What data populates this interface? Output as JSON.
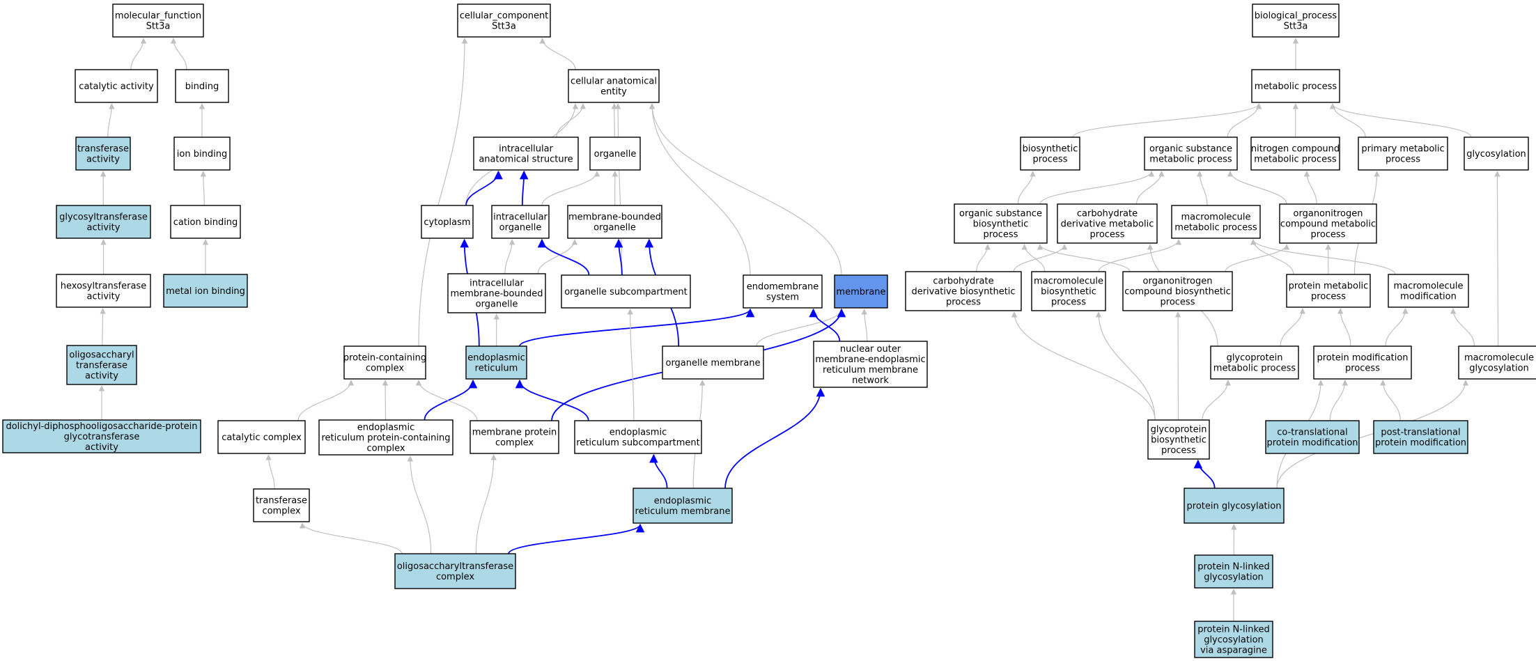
{
  "colors": {
    "plain": "#ffffff",
    "annotated": "#add8e6",
    "focus": "#6495ed",
    "edge_gray": "#c0c0c0",
    "edge_blue": "#0000ff"
  },
  "nodes": [
    {
      "id": "mf_root",
      "lines": [
        "molecular_function",
        "Stt3a"
      ],
      "style": "plain"
    },
    {
      "id": "catalytic_activity",
      "lines": [
        "catalytic activity"
      ],
      "style": "plain"
    },
    {
      "id": "binding",
      "lines": [
        "binding"
      ],
      "style": "plain"
    },
    {
      "id": "transferase_activity",
      "lines": [
        "transferase",
        "activity"
      ],
      "style": "annotated"
    },
    {
      "id": "ion_binding",
      "lines": [
        "ion binding"
      ],
      "style": "plain"
    },
    {
      "id": "glycosyltransferase_activity",
      "lines": [
        "glycosyltransferase",
        "activity"
      ],
      "style": "annotated"
    },
    {
      "id": "cation_binding",
      "lines": [
        "cation binding"
      ],
      "style": "plain"
    },
    {
      "id": "hexosyltransferase_activity",
      "lines": [
        "hexosyltransferase",
        "activity"
      ],
      "style": "plain"
    },
    {
      "id": "metal_ion_binding",
      "lines": [
        "metal ion binding"
      ],
      "style": "annotated"
    },
    {
      "id": "oligosaccharyl_transferase_activity",
      "lines": [
        "oligosaccharyl",
        "transferase",
        "activity"
      ],
      "style": "annotated"
    },
    {
      "id": "ddop_glycotransferase_activity",
      "lines": [
        "dolichyl-diphosphooligosaccharide-protein",
        "glycotransferase",
        "activity"
      ],
      "style": "annotated"
    },
    {
      "id": "cc_root",
      "lines": [
        "cellular_component",
        "Stt3a"
      ],
      "style": "plain"
    },
    {
      "id": "cellular_anatomical_entity",
      "lines": [
        "cellular anatomical",
        "entity"
      ],
      "style": "plain"
    },
    {
      "id": "intracellular_anatomical_structure",
      "lines": [
        "intracellular",
        "anatomical structure"
      ],
      "style": "plain"
    },
    {
      "id": "organelle",
      "lines": [
        "organelle"
      ],
      "style": "plain"
    },
    {
      "id": "cytoplasm",
      "lines": [
        "cytoplasm"
      ],
      "style": "plain"
    },
    {
      "id": "intracellular_organelle",
      "lines": [
        "intracellular",
        "organelle"
      ],
      "style": "plain"
    },
    {
      "id": "membrane_bounded_organelle",
      "lines": [
        "membrane-bounded",
        "organelle"
      ],
      "style": "plain"
    },
    {
      "id": "intracellular_membrane_bounded_organelle",
      "lines": [
        "intracellular",
        "membrane-bounded",
        "organelle"
      ],
      "style": "plain"
    },
    {
      "id": "organelle_subcompartment",
      "lines": [
        "organelle subcompartment"
      ],
      "style": "plain"
    },
    {
      "id": "endomembrane_system",
      "lines": [
        "endomembrane",
        "system"
      ],
      "style": "plain"
    },
    {
      "id": "membrane",
      "lines": [
        "membrane"
      ],
      "style": "focus"
    },
    {
      "id": "protein_containing_complex",
      "lines": [
        "protein-containing",
        "complex"
      ],
      "style": "plain"
    },
    {
      "id": "endoplasmic_reticulum",
      "lines": [
        "endoplasmic",
        "reticulum"
      ],
      "style": "annotated"
    },
    {
      "id": "organelle_membrane",
      "lines": [
        "organelle membrane"
      ],
      "style": "plain"
    },
    {
      "id": "nuclear_outer_membrane_er_network",
      "lines": [
        "nuclear outer",
        "membrane-endoplasmic",
        "reticulum membrane",
        "network"
      ],
      "style": "plain"
    },
    {
      "id": "catalytic_complex",
      "lines": [
        "catalytic complex"
      ],
      "style": "plain"
    },
    {
      "id": "er_protein_containing_complex",
      "lines": [
        "endoplasmic",
        "reticulum protein-containing",
        "complex"
      ],
      "style": "plain"
    },
    {
      "id": "membrane_protein_complex",
      "lines": [
        "membrane protein",
        "complex"
      ],
      "style": "plain"
    },
    {
      "id": "er_subcompartment",
      "lines": [
        "endoplasmic",
        "reticulum subcompartment"
      ],
      "style": "plain"
    },
    {
      "id": "transferase_complex",
      "lines": [
        "transferase",
        "complex"
      ],
      "style": "plain"
    },
    {
      "id": "er_membrane",
      "lines": [
        "endoplasmic",
        "reticulum membrane"
      ],
      "style": "annotated"
    },
    {
      "id": "ost_complex",
      "lines": [
        "oligosaccharyltransferase",
        "complex"
      ],
      "style": "annotated"
    },
    {
      "id": "bp_root",
      "lines": [
        "biological_process",
        "Stt3a"
      ],
      "style": "plain"
    },
    {
      "id": "metabolic_process",
      "lines": [
        "metabolic process"
      ],
      "style": "plain"
    },
    {
      "id": "biosynthetic_process",
      "lines": [
        "biosynthetic",
        "process"
      ],
      "style": "plain"
    },
    {
      "id": "organic_substance_metabolic_process",
      "lines": [
        "organic substance",
        "metabolic process"
      ],
      "style": "plain"
    },
    {
      "id": "nitrogen_compound_metabolic_process",
      "lines": [
        "nitrogen compound",
        "metabolic process"
      ],
      "style": "plain"
    },
    {
      "id": "primary_metabolic_process",
      "lines": [
        "primary metabolic",
        "process"
      ],
      "style": "plain"
    },
    {
      "id": "glycosylation",
      "lines": [
        "glycosylation"
      ],
      "style": "plain"
    },
    {
      "id": "organic_substance_biosynthetic_process",
      "lines": [
        "organic substance",
        "biosynthetic",
        "process"
      ],
      "style": "plain"
    },
    {
      "id": "carbohydrate_derivative_metabolic_process",
      "lines": [
        "carbohydrate",
        "derivative metabolic",
        "process"
      ],
      "style": "plain"
    },
    {
      "id": "macromolecule_metabolic_process",
      "lines": [
        "macromolecule",
        "metabolic process"
      ],
      "style": "plain"
    },
    {
      "id": "organonitrogen_compound_metabolic_process",
      "lines": [
        "organonitrogen",
        "compound metabolic",
        "process"
      ],
      "style": "plain"
    },
    {
      "id": "carbohydrate_derivative_biosynthetic_process",
      "lines": [
        "carbohydrate",
        "derivative biosynthetic",
        "process"
      ],
      "style": "plain"
    },
    {
      "id": "macromolecule_biosynthetic_process",
      "lines": [
        "macromolecule",
        "biosynthetic",
        "process"
      ],
      "style": "plain"
    },
    {
      "id": "organonitrogen_compound_biosynthetic_process",
      "lines": [
        "organonitrogen",
        "compound biosynthetic",
        "process"
      ],
      "style": "plain"
    },
    {
      "id": "protein_metabolic_process",
      "lines": [
        "protein metabolic",
        "process"
      ],
      "style": "plain"
    },
    {
      "id": "macromolecule_modification",
      "lines": [
        "macromolecule",
        "modification"
      ],
      "style": "plain"
    },
    {
      "id": "glycoprotein_metabolic_process",
      "lines": [
        "glycoprotein",
        "metabolic process"
      ],
      "style": "plain"
    },
    {
      "id": "protein_modification_process",
      "lines": [
        "protein modification",
        "process"
      ],
      "style": "plain"
    },
    {
      "id": "macromolecule_glycosylation",
      "lines": [
        "macromolecule",
        "glycosylation"
      ],
      "style": "plain"
    },
    {
      "id": "glycoprotein_biosynthetic_process",
      "lines": [
        "glycoprotein",
        "biosynthetic",
        "process"
      ],
      "style": "plain"
    },
    {
      "id": "co_translational_protein_modification",
      "lines": [
        "co-translational",
        "protein modification"
      ],
      "style": "annotated"
    },
    {
      "id": "post_translational_protein_modification",
      "lines": [
        "post-translational",
        "protein modification"
      ],
      "style": "annotated"
    },
    {
      "id": "protein_glycosylation",
      "lines": [
        "protein glycosylation"
      ],
      "style": "annotated"
    },
    {
      "id": "protein_n_linked_glycosylation",
      "lines": [
        "protein N-linked",
        "glycosylation"
      ],
      "style": "annotated"
    },
    {
      "id": "protein_n_linked_glycosylation_via_asparagine",
      "lines": [
        "protein N-linked",
        "glycosylation",
        "via asparagine"
      ],
      "style": "annotated"
    }
  ],
  "edges": [
    {
      "from": "catalytic_activity",
      "to": "mf_root",
      "style": "gray"
    },
    {
      "from": "binding",
      "to": "mf_root",
      "style": "gray"
    },
    {
      "from": "transferase_activity",
      "to": "catalytic_activity",
      "style": "gray"
    },
    {
      "from": "ion_binding",
      "to": "binding",
      "style": "gray"
    },
    {
      "from": "glycosyltransferase_activity",
      "to": "transferase_activity",
      "style": "gray"
    },
    {
      "from": "cation_binding",
      "to": "ion_binding",
      "style": "gray"
    },
    {
      "from": "hexosyltransferase_activity",
      "to": "glycosyltransferase_activity",
      "style": "gray"
    },
    {
      "from": "metal_ion_binding",
      "to": "cation_binding",
      "style": "gray"
    },
    {
      "from": "oligosaccharyl_transferase_activity",
      "to": "hexosyltransferase_activity",
      "style": "gray"
    },
    {
      "from": "ddop_glycotransferase_activity",
      "to": "oligosaccharyl_transferase_activity",
      "style": "gray"
    },
    {
      "from": "cellular_anatomical_entity",
      "to": "cc_root",
      "style": "gray"
    },
    {
      "from": "protein_containing_complex",
      "to": "cc_root",
      "style": "gray"
    },
    {
      "from": "intracellular_anatomical_structure",
      "to": "cellular_anatomical_entity",
      "style": "gray"
    },
    {
      "from": "organelle",
      "to": "cellular_anatomical_entity",
      "style": "gray"
    },
    {
      "from": "cytoplasm",
      "to": "cellular_anatomical_entity",
      "style": "gray"
    },
    {
      "from": "organelle_subcompartment",
      "to": "cellular_anatomical_entity",
      "style": "gray"
    },
    {
      "from": "endomembrane_system",
      "to": "cellular_anatomical_entity",
      "style": "gray"
    },
    {
      "from": "membrane",
      "to": "cellular_anatomical_entity",
      "style": "gray"
    },
    {
      "from": "cytoplasm",
      "to": "intracellular_anatomical_structure",
      "style": "blue"
    },
    {
      "from": "intracellular_organelle",
      "to": "intracellular_anatomical_structure",
      "style": "blue"
    },
    {
      "from": "intracellular_organelle",
      "to": "organelle",
      "style": "gray"
    },
    {
      "from": "membrane_bounded_organelle",
      "to": "organelle",
      "style": "gray"
    },
    {
      "from": "intracellular_membrane_bounded_organelle",
      "to": "intracellular_organelle",
      "style": "gray"
    },
    {
      "from": "intracellular_membrane_bounded_organelle",
      "to": "membrane_bounded_organelle",
      "style": "gray"
    },
    {
      "from": "organelle_subcompartment",
      "to": "intracellular_organelle",
      "style": "blue"
    },
    {
      "from": "organelle_subcompartment",
      "to": "membrane_bounded_organelle",
      "style": "blue"
    },
    {
      "from": "organelle_membrane",
      "to": "membrane_bounded_organelle",
      "style": "blue"
    },
    {
      "from": "organelle_membrane",
      "to": "membrane",
      "style": "gray"
    },
    {
      "from": "nuclear_outer_membrane_er_network",
      "to": "endomembrane_system",
      "style": "blue"
    },
    {
      "from": "nuclear_outer_membrane_er_network",
      "to": "membrane",
      "style": "gray"
    },
    {
      "from": "endoplasmic_reticulum",
      "to": "cytoplasm",
      "style": "blue"
    },
    {
      "from": "endoplasmic_reticulum",
      "to": "intracellular_membrane_bounded_organelle",
      "style": "gray"
    },
    {
      "from": "endoplasmic_reticulum",
      "to": "endomembrane_system",
      "style": "blue"
    },
    {
      "from": "catalytic_complex",
      "to": "protein_containing_complex",
      "style": "gray"
    },
    {
      "from": "er_protein_containing_complex",
      "to": "protein_containing_complex",
      "style": "gray"
    },
    {
      "from": "er_protein_containing_complex",
      "to": "endoplasmic_reticulum",
      "style": "blue"
    },
    {
      "from": "membrane_protein_complex",
      "to": "protein_containing_complex",
      "style": "gray"
    },
    {
      "from": "membrane_protein_complex",
      "to": "membrane",
      "style": "blue"
    },
    {
      "from": "er_subcompartment",
      "to": "endoplasmic_reticulum",
      "style": "blue"
    },
    {
      "from": "er_subcompartment",
      "to": "organelle_subcompartment",
      "style": "gray"
    },
    {
      "from": "transferase_complex",
      "to": "catalytic_complex",
      "style": "gray"
    },
    {
      "from": "er_membrane",
      "to": "er_subcompartment",
      "style": "blue"
    },
    {
      "from": "er_membrane",
      "to": "organelle_membrane",
      "style": "gray"
    },
    {
      "from": "er_membrane",
      "to": "nuclear_outer_membrane_er_network",
      "style": "blue"
    },
    {
      "from": "ost_complex",
      "to": "transferase_complex",
      "style": "gray"
    },
    {
      "from": "ost_complex",
      "to": "er_protein_containing_complex",
      "style": "gray"
    },
    {
      "from": "ost_complex",
      "to": "membrane_protein_complex",
      "style": "gray"
    },
    {
      "from": "ost_complex",
      "to": "er_membrane",
      "style": "blue"
    },
    {
      "from": "metabolic_process",
      "to": "bp_root",
      "style": "gray"
    },
    {
      "from": "biosynthetic_process",
      "to": "metabolic_process",
      "style": "gray"
    },
    {
      "from": "organic_substance_metabolic_process",
      "to": "metabolic_process",
      "style": "gray"
    },
    {
      "from": "nitrogen_compound_metabolic_process",
      "to": "metabolic_process",
      "style": "gray"
    },
    {
      "from": "primary_metabolic_process",
      "to": "metabolic_process",
      "style": "gray"
    },
    {
      "from": "glycosylation",
      "to": "metabolic_process",
      "style": "gray"
    },
    {
      "from": "organic_substance_biosynthetic_process",
      "to": "biosynthetic_process",
      "style": "gray"
    },
    {
      "from": "organic_substance_biosynthetic_process",
      "to": "organic_substance_metabolic_process",
      "style": "gray"
    },
    {
      "from": "carbohydrate_derivative_metabolic_process",
      "to": "organic_substance_metabolic_process",
      "style": "gray"
    },
    {
      "from": "macromolecule_metabolic_process",
      "to": "organic_substance_metabolic_process",
      "style": "gray"
    },
    {
      "from": "organonitrogen_compound_metabolic_process",
      "to": "organic_substance_metabolic_process",
      "style": "gray"
    },
    {
      "from": "organonitrogen_compound_metabolic_process",
      "to": "nitrogen_compound_metabolic_process",
      "style": "gray"
    },
    {
      "from": "carbohydrate_derivative_biosynthetic_process",
      "to": "organic_substance_biosynthetic_process",
      "style": "gray"
    },
    {
      "from": "carbohydrate_derivative_biosynthetic_process",
      "to": "carbohydrate_derivative_metabolic_process",
      "style": "gray"
    },
    {
      "from": "macromolecule_biosynthetic_process",
      "to": "organic_substance_biosynthetic_process",
      "style": "gray"
    },
    {
      "from": "macromolecule_biosynthetic_process",
      "to": "macromolecule_metabolic_process",
      "style": "gray"
    },
    {
      "from": "organonitrogen_compound_biosynthetic_process",
      "to": "organic_substance_biosynthetic_process",
      "style": "gray"
    },
    {
      "from": "organonitrogen_compound_biosynthetic_process",
      "to": "organonitrogen_compound_metabolic_process",
      "style": "gray"
    },
    {
      "from": "protein_metabolic_process",
      "to": "macromolecule_metabolic_process",
      "style": "gray"
    },
    {
      "from": "protein_metabolic_process",
      "to": "organonitrogen_compound_metabolic_process",
      "style": "gray"
    },
    {
      "from": "protein_metabolic_process",
      "to": "primary_metabolic_process",
      "style": "gray"
    },
    {
      "from": "macromolecule_modification",
      "to": "macromolecule_metabolic_process",
      "style": "gray"
    },
    {
      "from": "glycoprotein_metabolic_process",
      "to": "carbohydrate_derivative_metabolic_process",
      "style": "gray"
    },
    {
      "from": "glycoprotein_metabolic_process",
      "to": "protein_metabolic_process",
      "style": "gray"
    },
    {
      "from": "protein_modification_process",
      "to": "protein_metabolic_process",
      "style": "gray"
    },
    {
      "from": "protein_modification_process",
      "to": "macromolecule_modification",
      "style": "gray"
    },
    {
      "from": "macromolecule_glycosylation",
      "to": "macromolecule_modification",
      "style": "gray"
    },
    {
      "from": "macromolecule_glycosylation",
      "to": "glycosylation",
      "style": "gray"
    },
    {
      "from": "glycoprotein_biosynthetic_process",
      "to": "carbohydrate_derivative_biosynthetic_process",
      "style": "gray"
    },
    {
      "from": "glycoprotein_biosynthetic_process",
      "to": "macromolecule_biosynthetic_process",
      "style": "gray"
    },
    {
      "from": "glycoprotein_biosynthetic_process",
      "to": "organonitrogen_compound_biosynthetic_process",
      "style": "gray"
    },
    {
      "from": "glycoprotein_biosynthetic_process",
      "to": "glycoprotein_metabolic_process",
      "style": "gray"
    },
    {
      "from": "co_translational_protein_modification",
      "to": "protein_modification_process",
      "style": "gray"
    },
    {
      "from": "post_translational_protein_modification",
      "to": "protein_modification_process",
      "style": "gray"
    },
    {
      "from": "protein_glycosylation",
      "to": "glycoprotein_biosynthetic_process",
      "style": "blue"
    },
    {
      "from": "protein_glycosylation",
      "to": "protein_modification_process",
      "style": "gray"
    },
    {
      "from": "protein_glycosylation",
      "to": "macromolecule_glycosylation",
      "style": "gray"
    },
    {
      "from": "protein_n_linked_glycosylation",
      "to": "protein_glycosylation",
      "style": "gray"
    },
    {
      "from": "protein_n_linked_glycosylation_via_asparagine",
      "to": "protein_n_linked_glycosylation",
      "style": "gray"
    }
  ]
}
